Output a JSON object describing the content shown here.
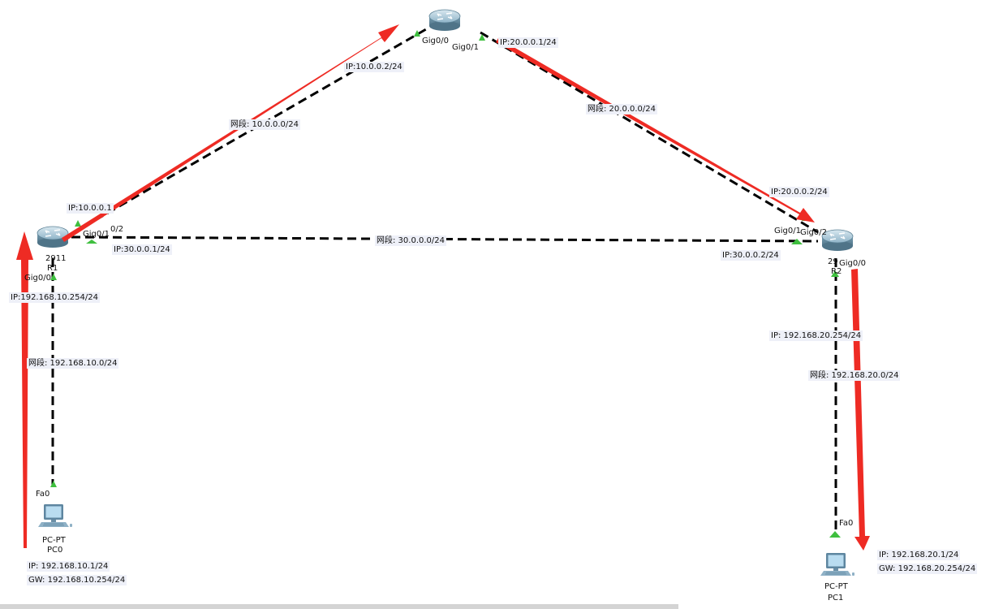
{
  "devices": {
    "router_top": {
      "name_label": ""
    },
    "router_left": {
      "model_label": "2911",
      "name_label": "R1"
    },
    "router_right": {
      "model_label": "29",
      "name_label": "R2"
    },
    "pc0": {
      "type_label": "PC-PT",
      "name_label": "PC0",
      "ip_label": "IP:   192.168.10.1/24",
      "gw_label": "GW:   192.168.10.254/24"
    },
    "pc1": {
      "type_label": "PC-PT",
      "name_label": "PC1",
      "ip_label": "IP:   192.168.20.1/24",
      "gw_label": "GW:   192.168.20.254/24"
    }
  },
  "ports": {
    "top_gig00": "Gig0/0",
    "top_gig01": "Gig0/1",
    "left_gig01": "Gig0/1",
    "left_gig02": "0/2",
    "left_gig00": "Gig0/0",
    "right_gig01": "Gig0/1",
    "right_gig02": "Gig0/2",
    "right_gig00": "Gig0/0",
    "pc0_fa0": "Fa0",
    "pc1_fa0": "Fa0"
  },
  "addresses": {
    "top_left_ip": "IP:10.0.0.2/24",
    "top_right_ip": "IP:20.0.0.1/24",
    "left_top_ip": "IP:10.0.0.1",
    "left_right_ip": "IP:30.0.0.1/24",
    "left_bottom_ip": "IP:192.168.10.254/24",
    "right_top_ip": "IP:20.0.0.2/24",
    "right_left_ip": "IP:30.0.0.2/24",
    "right_bottom_ip": "IP:   192.168.20.254/24"
  },
  "networks": {
    "net_10": "网段:   10.0.0.0/24",
    "net_20": "网段:   20.0.0.0/24",
    "net_30": "网段:   30.0.0.0/24",
    "net_192_10": "网段:   192.168.10.0/24",
    "net_192_20": "网段:   192.168.20.0/24"
  },
  "colors": {
    "link": "#000000",
    "arrow": "#ee2b24",
    "port_up": "#3fbf3f",
    "router_body": "#7fa8bc",
    "label_bg": "#eef0f8"
  }
}
